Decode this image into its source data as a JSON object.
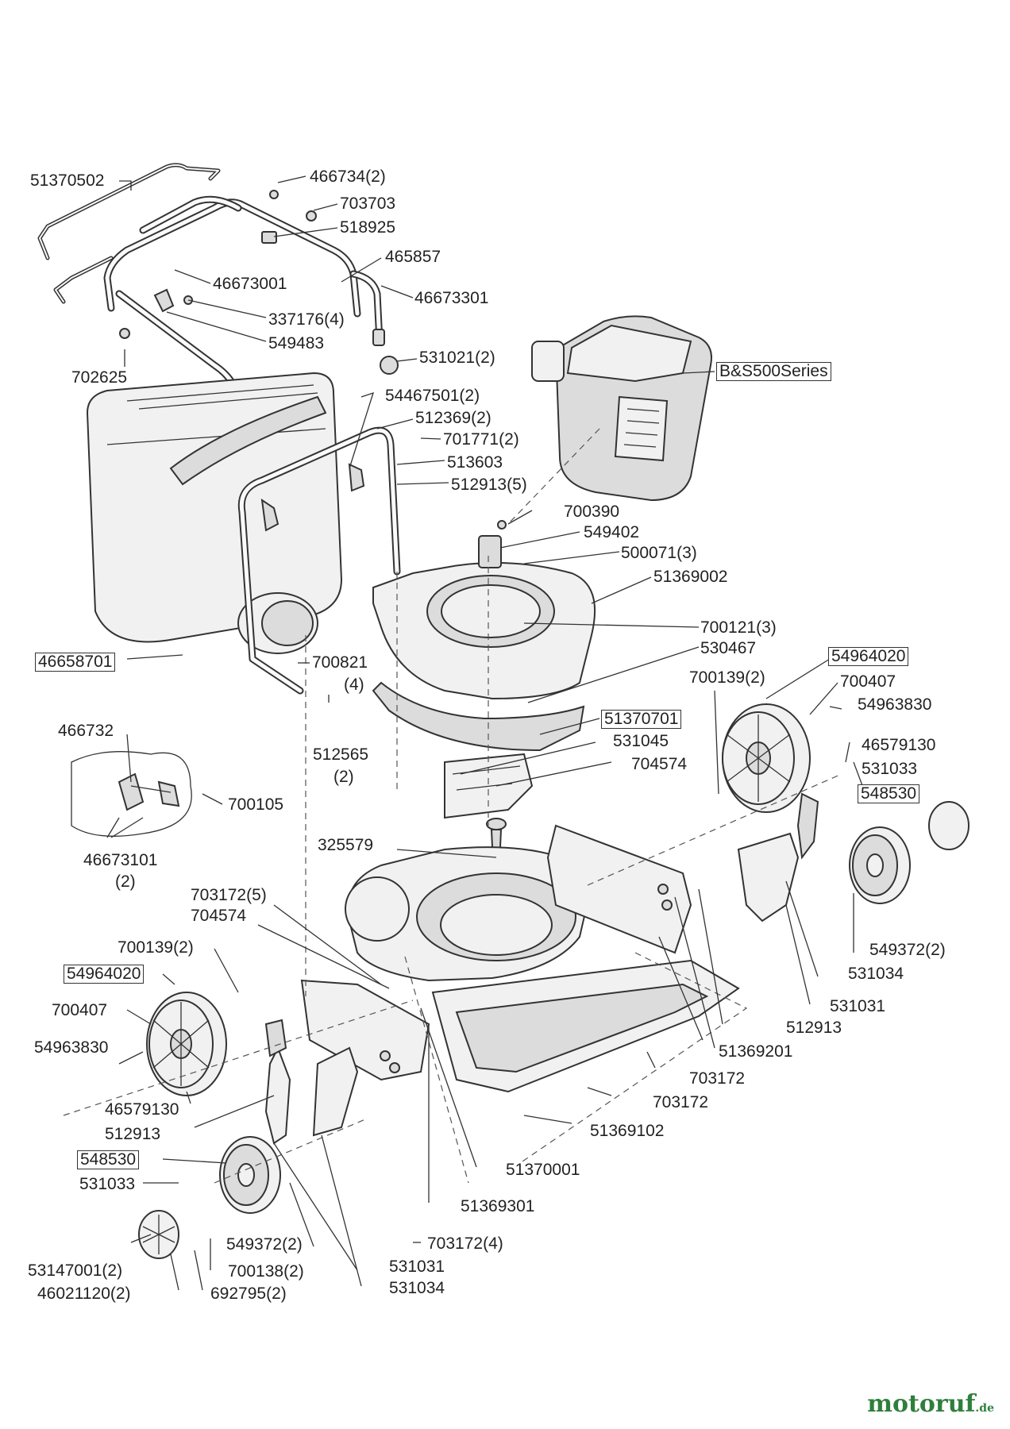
{
  "watermark": {
    "brand": "motoruf",
    "tld": ".de",
    "color": "#2f7f3c"
  },
  "labels": [
    {
      "id": "l1",
      "text": "51370502",
      "boxed": false
    },
    {
      "id": "l2",
      "text": "466734(2)",
      "boxed": false
    },
    {
      "id": "l3",
      "text": "703703",
      "boxed": false
    },
    {
      "id": "l4",
      "text": "518925",
      "boxed": false
    },
    {
      "id": "l5",
      "text": "465857",
      "boxed": false
    },
    {
      "id": "l6",
      "text": "46673001",
      "boxed": false
    },
    {
      "id": "l7",
      "text": "46673301",
      "boxed": false
    },
    {
      "id": "l8",
      "text": "337176(4)",
      "boxed": false
    },
    {
      "id": "l9",
      "text": "549483",
      "boxed": false
    },
    {
      "id": "l10",
      "text": "531021(2)",
      "boxed": false
    },
    {
      "id": "l11",
      "text": "702625",
      "boxed": false
    },
    {
      "id": "l12",
      "text": "B&S500Series",
      "boxed": true
    },
    {
      "id": "l13",
      "text": "54467501(2)",
      "boxed": false
    },
    {
      "id": "l14",
      "text": "512369(2)",
      "boxed": false
    },
    {
      "id": "l15",
      "text": "701771(2)",
      "boxed": false
    },
    {
      "id": "l16",
      "text": "513603",
      "boxed": false
    },
    {
      "id": "l17",
      "text": "512913(5)",
      "boxed": false
    },
    {
      "id": "l18",
      "text": "700390",
      "boxed": false
    },
    {
      "id": "l19",
      "text": "549402",
      "boxed": false
    },
    {
      "id": "l20",
      "text": "500071(3)",
      "boxed": false
    },
    {
      "id": "l21",
      "text": "51369002",
      "boxed": false
    },
    {
      "id": "l22",
      "text": "46658701",
      "boxed": true
    },
    {
      "id": "l23",
      "text": "700821",
      "boxed": false
    },
    {
      "id": "l24",
      "text": "(4)",
      "boxed": false
    },
    {
      "id": "l25",
      "text": "700121(3)",
      "boxed": false
    },
    {
      "id": "l26",
      "text": "530467",
      "boxed": false
    },
    {
      "id": "l27",
      "text": "54964020",
      "boxed": true
    },
    {
      "id": "l28",
      "text": "700139(2)",
      "boxed": false
    },
    {
      "id": "l29",
      "text": "700407",
      "boxed": false
    },
    {
      "id": "l30",
      "text": "54963830",
      "boxed": false
    },
    {
      "id": "l31",
      "text": "466732",
      "boxed": false
    },
    {
      "id": "l32",
      "text": "51370701",
      "boxed": true
    },
    {
      "id": "l33",
      "text": "531045",
      "boxed": false
    },
    {
      "id": "l34",
      "text": "704574",
      "boxed": false
    },
    {
      "id": "l35",
      "text": "512565",
      "boxed": false
    },
    {
      "id": "l36",
      "text": "(2)",
      "boxed": false
    },
    {
      "id": "l37",
      "text": "700105",
      "boxed": false
    },
    {
      "id": "l38",
      "text": "46579130",
      "boxed": false
    },
    {
      "id": "l39",
      "text": "531033",
      "boxed": false
    },
    {
      "id": "l40",
      "text": "548530",
      "boxed": true
    },
    {
      "id": "l41",
      "text": "46673101",
      "boxed": false
    },
    {
      "id": "l42",
      "text": "(2)",
      "boxed": false
    },
    {
      "id": "l43",
      "text": "325579",
      "boxed": false
    },
    {
      "id": "l44",
      "text": "703172(5)",
      "boxed": false
    },
    {
      "id": "l45",
      "text": "704574",
      "boxed": false
    },
    {
      "id": "l46",
      "text": "549372(2)",
      "boxed": false
    },
    {
      "id": "l47",
      "text": "700139(2)",
      "boxed": false
    },
    {
      "id": "l48",
      "text": "531034",
      "boxed": false
    },
    {
      "id": "l49",
      "text": "54964020",
      "boxed": true
    },
    {
      "id": "l50",
      "text": "531031",
      "boxed": false
    },
    {
      "id": "l51",
      "text": "700407",
      "boxed": false
    },
    {
      "id": "l52",
      "text": "512913",
      "boxed": false
    },
    {
      "id": "l53",
      "text": "54963830",
      "boxed": false
    },
    {
      "id": "l54",
      "text": "51369201",
      "boxed": false
    },
    {
      "id": "l55",
      "text": "703172",
      "boxed": false
    },
    {
      "id": "l56",
      "text": "46579130",
      "boxed": false
    },
    {
      "id": "l57",
      "text": "703172",
      "boxed": false
    },
    {
      "id": "l58",
      "text": "512913",
      "boxed": false
    },
    {
      "id": "l59",
      "text": "51369102",
      "boxed": false
    },
    {
      "id": "l60",
      "text": "548530",
      "boxed": true
    },
    {
      "id": "l61",
      "text": "531033",
      "boxed": false
    },
    {
      "id": "l62",
      "text": "51370001",
      "boxed": false
    },
    {
      "id": "l63",
      "text": "51369301",
      "boxed": false
    },
    {
      "id": "l64",
      "text": "549372(2)",
      "boxed": false
    },
    {
      "id": "l65",
      "text": "703172(4)",
      "boxed": false
    },
    {
      "id": "l66",
      "text": "53147001(2)",
      "boxed": false
    },
    {
      "id": "l67",
      "text": "700138(2)",
      "boxed": false
    },
    {
      "id": "l68",
      "text": "531031",
      "boxed": false
    },
    {
      "id": "l69",
      "text": "46021120(2)",
      "boxed": false
    },
    {
      "id": "l70",
      "text": "692795(2)",
      "boxed": false
    },
    {
      "id": "l71",
      "text": "531034",
      "boxed": false
    }
  ]
}
